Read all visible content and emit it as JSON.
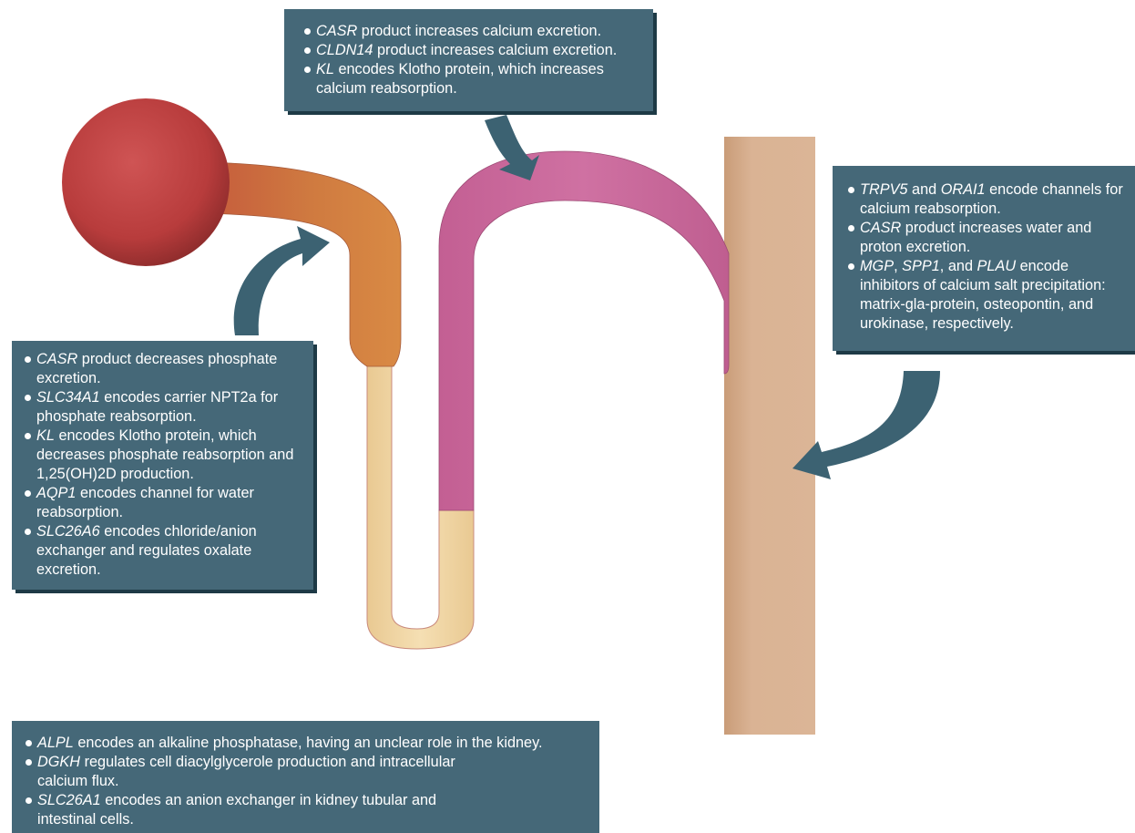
{
  "colors": {
    "box_fill": "#456878",
    "box_shadow": "#1e3a46",
    "box_text": "#ffffff",
    "arrow": "#3c6272",
    "glomerulus": "#bf3f3f",
    "proximal_tubule": "#cf7a40",
    "thin_limb": "#f1d6a4",
    "thick_ascending_limb": "#c8689a",
    "collecting_duct": "#d8b08e"
  },
  "callouts": {
    "top": [
      {
        "gene": "CASR",
        "joiner": "",
        "rest": " product increases calcium excretion."
      },
      {
        "gene": "CLDN14",
        "joiner": "",
        "rest": " product increases calcium excretion."
      },
      {
        "gene": "KL",
        "joiner": "",
        "rest": " encodes Klotho protein, which increases calcium reabsorption."
      }
    ],
    "right": [
      {
        "gene": "TRPV5",
        "joiner": " and ",
        "gene2": "ORAI1",
        "joiner2": "",
        "gene3": "",
        "rest": " encode channels for calcium reabsorption."
      },
      {
        "gene": "CASR",
        "joiner": "",
        "gene2": "",
        "joiner2": "",
        "gene3": "",
        "rest": " product increases water and proton excretion."
      },
      {
        "gene": "MGP",
        "joiner": ", ",
        "gene2": "SPP1",
        "joiner2": ", and ",
        "gene3": "PLAU",
        "rest": " encode inhibitors of calcium salt precipitation: matrix-gla-protein, osteopontin, and urokinase, respectively."
      }
    ],
    "left": [
      {
        "gene": "CASR",
        "rest": " product decreases phosphate excretion."
      },
      {
        "gene": "SLC34A1",
        "rest": " encodes carrier NPT2a for phosphate reabsorption."
      },
      {
        "gene": "KL",
        "rest": " encodes Klotho protein, which decreases phosphate reabsorption and 1,25(OH)2D production."
      },
      {
        "gene": "AQP1",
        "rest": " encodes channel for water reabsorption."
      },
      {
        "gene": "SLC26A6",
        "rest": " encodes chloride/anion exchanger and regulates oxalate excretion."
      }
    ],
    "bottom": [
      {
        "gene": "ALPL",
        "rest": " encodes an alkaline phosphatase, having an unclear role in the kidney."
      },
      {
        "gene": "DGKH",
        "rest": " regulates cell diacylglycerole production and intracellular calcium flux."
      },
      {
        "gene": "SLC26A1",
        "rest": " encodes an anion exchanger in kidney tubular and intestinal cells."
      }
    ]
  }
}
